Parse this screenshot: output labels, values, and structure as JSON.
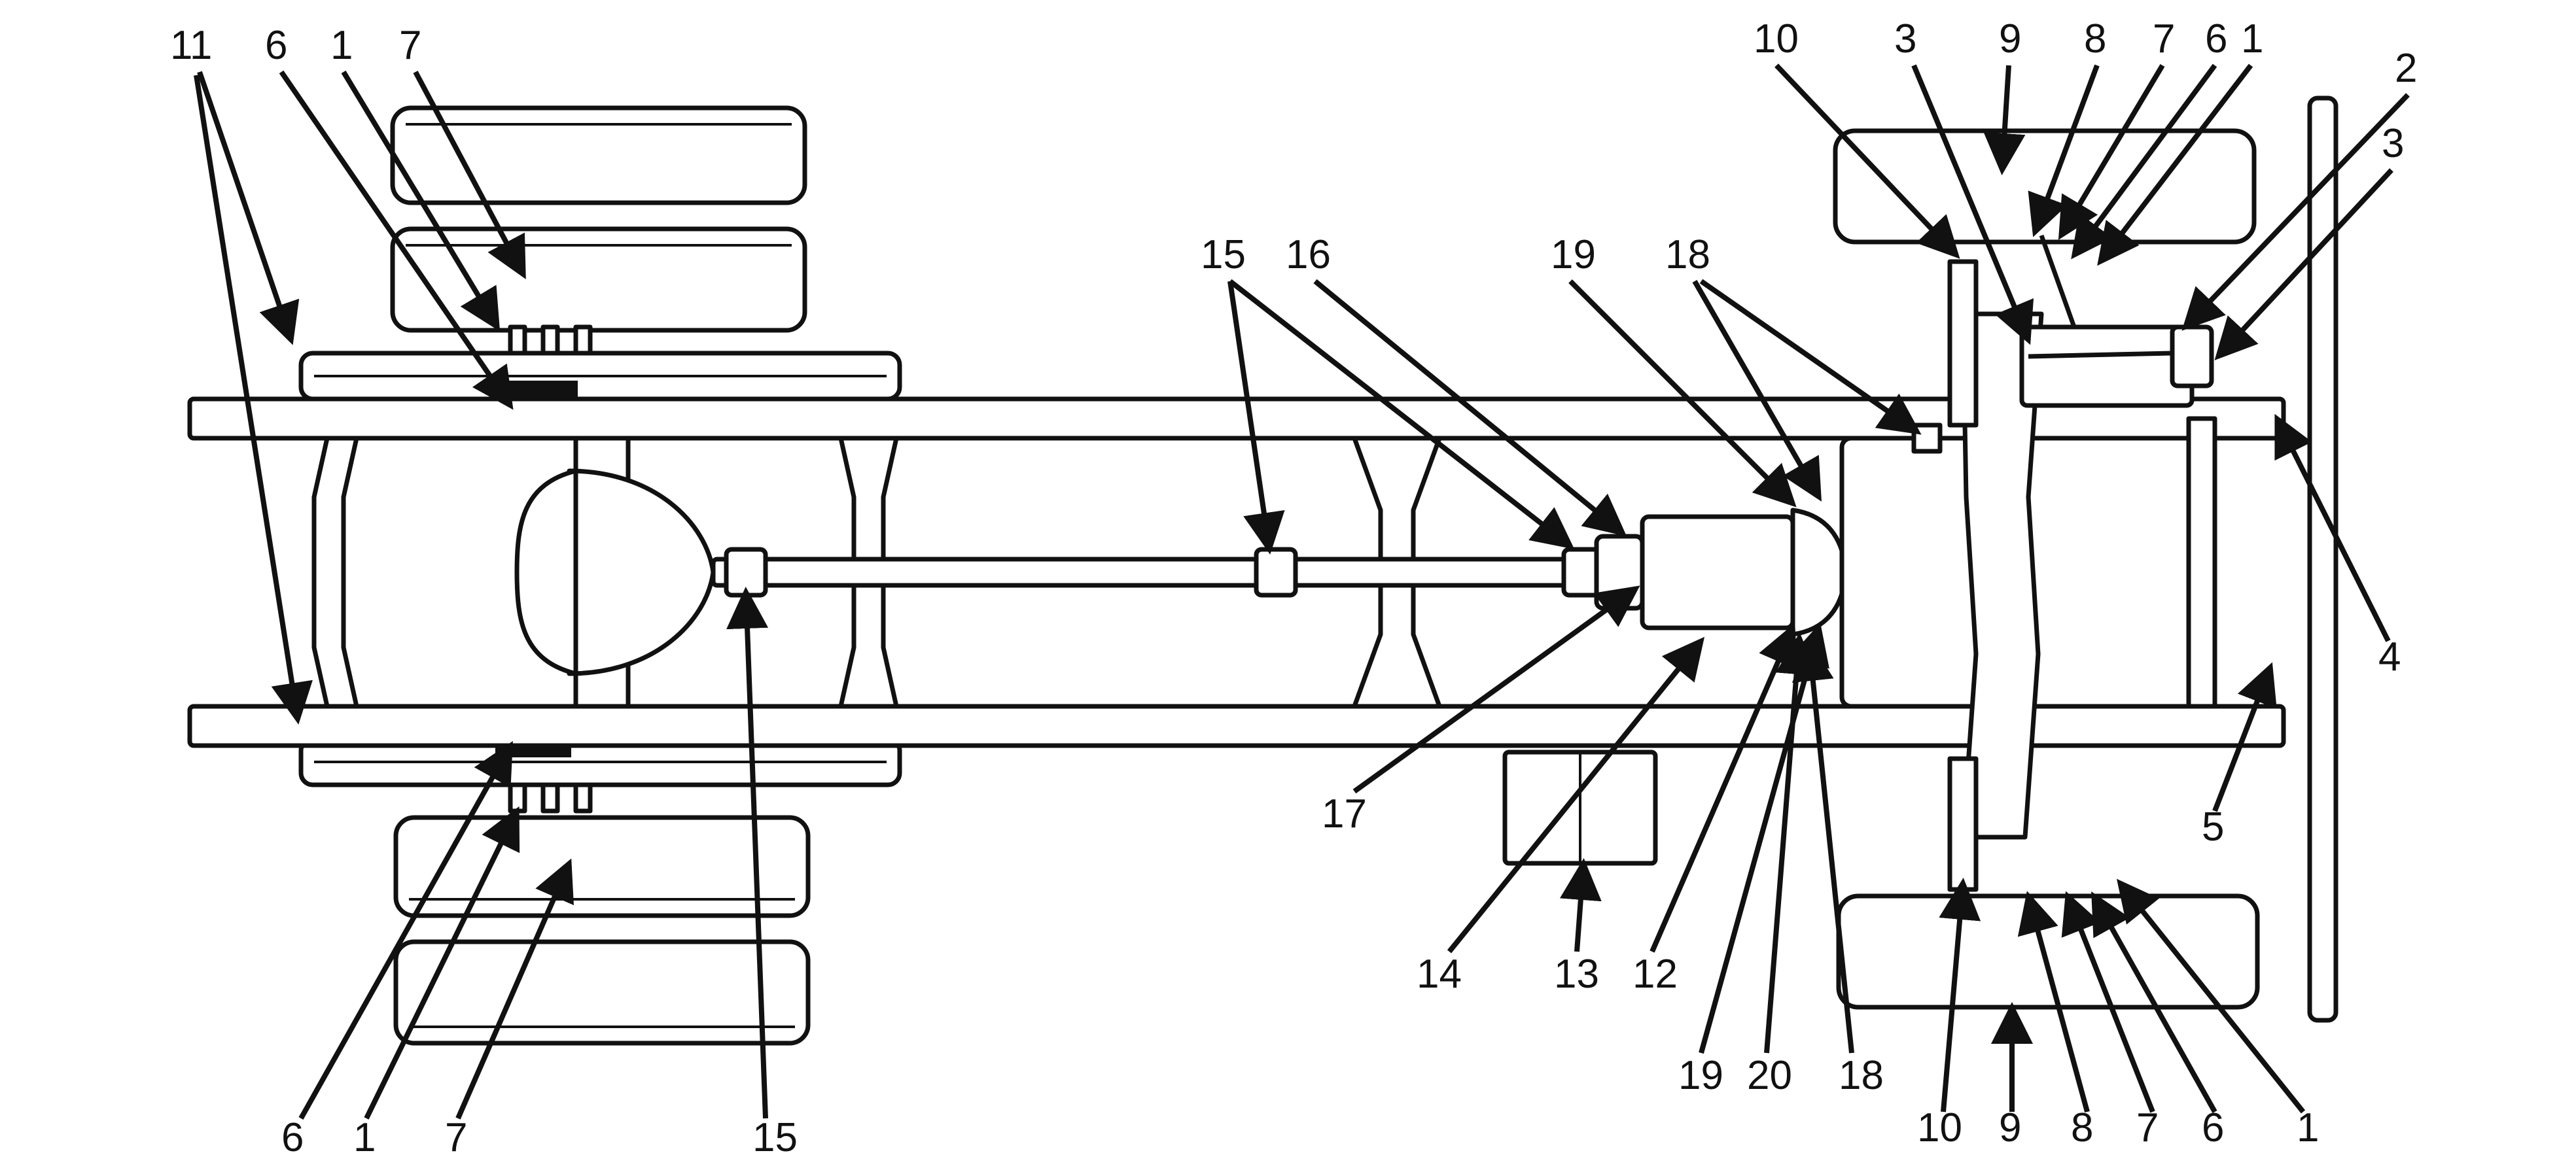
{
  "callout_numbers": {
    "n1": "1",
    "n2": "2",
    "n3": "3",
    "n4": "4",
    "n5": "5",
    "n6": "6",
    "n7": "7",
    "n8": "8",
    "n9": "9",
    "n10": "10",
    "n11": "11",
    "n12": "12",
    "n13": "13",
    "n14": "14",
    "n15": "15",
    "n16": "16",
    "n17": "17",
    "n18": "18",
    "n19": "19",
    "n20": "20"
  }
}
